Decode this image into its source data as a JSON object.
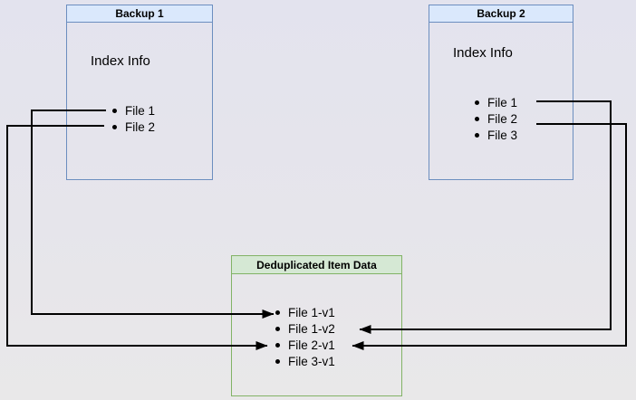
{
  "colors": {
    "backup-border": "#6c8ebf",
    "backup-title-fill": "#dae8fc",
    "dedup-border": "#82b366",
    "dedup-title-fill": "#d5e8d4",
    "connector": "#000000",
    "text": "#000000"
  },
  "backup1": {
    "title": "Backup 1",
    "subtitle": "Index Info",
    "items": [
      "File 1",
      "File 2"
    ]
  },
  "backup2": {
    "title": "Backup 2",
    "subtitle": "Index Info",
    "items": [
      "File 1",
      "File 2",
      "File 3"
    ]
  },
  "dedup": {
    "title": "Deduplicated Item Data",
    "items": [
      "File 1-v1",
      "File 1-v2",
      "File 2-v1",
      "File 3-v1"
    ]
  },
  "connections": [
    {
      "from": "Backup 1 / File 1",
      "to": "File 1-v1"
    },
    {
      "from": "Backup 1 / File 2",
      "to": "File 2-v1"
    },
    {
      "from": "Backup 2 / File 1",
      "to": "File 1-v2"
    },
    {
      "from": "Backup 2 / File 2",
      "to": "File 2-v1"
    }
  ]
}
